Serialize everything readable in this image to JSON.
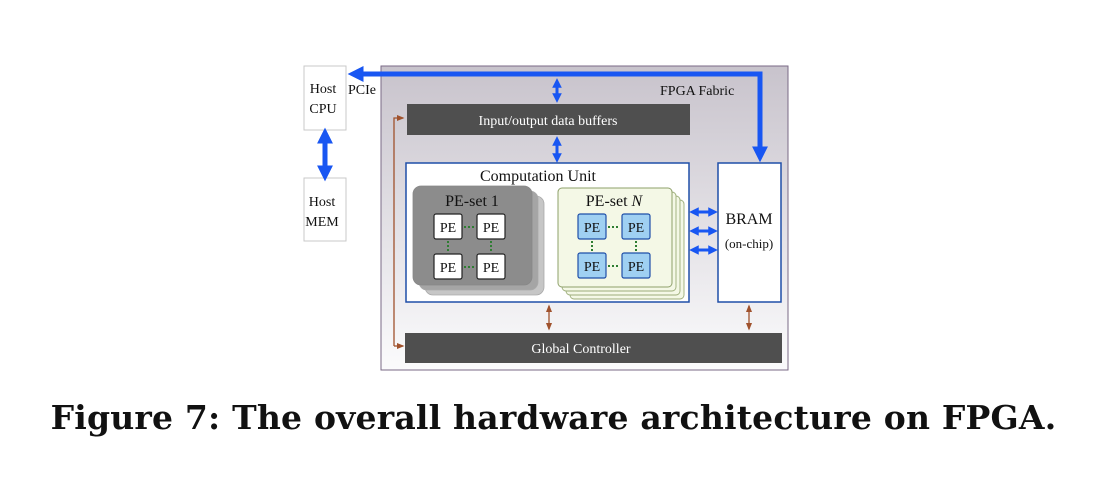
{
  "diagram": {
    "host_cpu": [
      "Host",
      "CPU"
    ],
    "host_mem": [
      "Host",
      "MEM"
    ],
    "pcie_label": "PCIe",
    "fpga_fabric_label": "FPGA Fabric",
    "io_buffers_label": "Input/output data buffers",
    "computation_unit_label": "Computation  Unit",
    "pe_set_1_label": "PE-set 1",
    "pe_set_n_prefix": "PE-set ",
    "pe_set_n_suffix": "N",
    "pe_label": "PE",
    "bram_label": "BRAM",
    "bram_sub_label": "(on-chip)",
    "global_controller_label": "Global Controller",
    "colors": {
      "bus_blue": "#1856f2",
      "control_brown": "#a0522d",
      "dark_block": "#4f4f4f",
      "frame_border": "#1f4fa8",
      "pe_set_1_fill": "#8c8c8c",
      "pe_set_n_fill": "#f4f8e6",
      "pe_blue": "#9fd0f2"
    }
  },
  "caption": "Figure 7: The overall hardware architecture on FPGA."
}
